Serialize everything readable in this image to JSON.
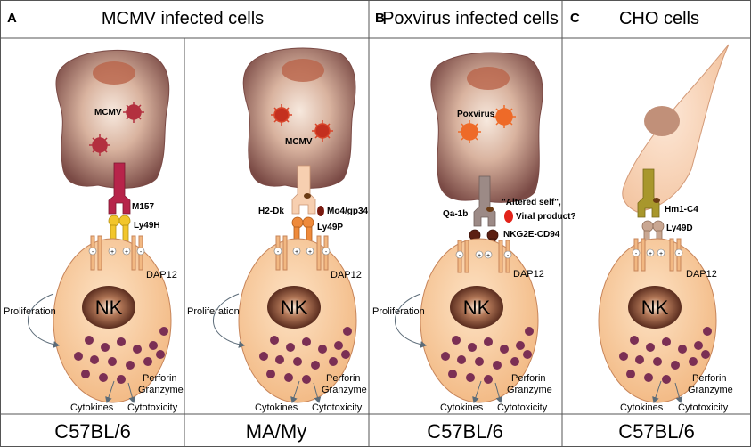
{
  "panels": [
    {
      "letter": "A",
      "title": "MCMV infected cells"
    },
    {
      "letter": "B",
      "title": "Poxvirus infected cells"
    },
    {
      "letter": "C",
      "title": "CHO cells"
    }
  ],
  "columns": [
    {
      "strain": "C57BL/6",
      "virus_label": "MCMV",
      "ligand": "M157",
      "ligand_side_label": "",
      "extra_label": "",
      "receptor": "Ly49H",
      "adaptor": "DAP12",
      "nk": "NK",
      "proliferation": "Proliferation",
      "perforin": "Perforin",
      "granzyme": "Granzyme",
      "cytokines": "Cytokines",
      "cytotoxicity": "Cytotoxicity"
    },
    {
      "strain": "MA/My",
      "virus_label": "MCMV",
      "ligand": "",
      "ligand_side_label": "H2-Dk",
      "extra_label": "Mo4/gp34",
      "receptor": "Ly49P",
      "adaptor": "DAP12",
      "nk": "NK",
      "proliferation": "Proliferation",
      "perforin": "Perforin",
      "granzyme": "Granzyme",
      "cytokines": "Cytokines",
      "cytotoxicity": "Cytotoxicity"
    },
    {
      "strain": "C57BL/6",
      "virus_label": "Poxvirus",
      "ligand": "",
      "ligand_side_label": "Qa-1b",
      "extra_label_1": "\"Altered self\",",
      "extra_label_2": "Viral product?",
      "receptor": "NKG2E-CD94",
      "adaptor": "DAP12",
      "nk": "NK",
      "proliferation": "Proliferation",
      "perforin": "Perforin",
      "granzyme": "Granzyme",
      "cytokines": "Cytokines",
      "cytotoxicity": "Cytotoxicity"
    },
    {
      "strain": "C57BL/6",
      "virus_label": "",
      "ligand": "Hm1-C4",
      "receptor": "Ly49D",
      "adaptor": "DAP12",
      "nk": "NK",
      "perforin": "Perforin",
      "granzyme": "Granzyme",
      "cytokines": "Cytokines",
      "cytotoxicity": "Cytotoxicity"
    }
  ],
  "charge_signs": [
    "-",
    "+",
    "+",
    "-"
  ],
  "colors": {
    "infected_cell": "#8e5a52",
    "nk_cell": "#f6c291",
    "nk_nucleus": "#5a2a1c",
    "granule": "#7b2f54",
    "mcmv_virus": "#b3303f",
    "mcmv_virus_2": "#d8452a",
    "poxvirus": "#ee6a28",
    "m157": "#b7244a",
    "ly49h": "#f2c62c",
    "h2dk": "#f7cfb0",
    "ly49p": "#ee8a3b",
    "qa1": "#9c8a86",
    "nkg2e": "#5b1f12",
    "hm1c4": "#a8972c",
    "ly49d": "#c9a792",
    "cho_cell": "#f8d2b4"
  }
}
